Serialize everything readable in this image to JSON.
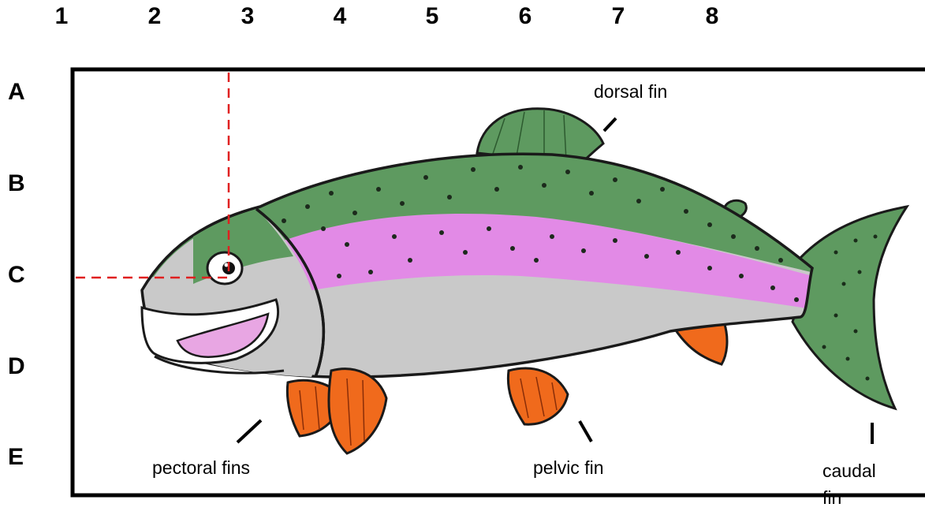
{
  "grid": {
    "columns": [
      "1",
      "2",
      "3",
      "4",
      "5",
      "6",
      "7",
      "8"
    ],
    "rows": [
      "A",
      "B",
      "C",
      "D",
      "E"
    ]
  },
  "labels": {
    "dorsal": "dorsal fin",
    "pectoral": "pectoral fins",
    "pelvic": "pelvic fin",
    "caudal": "caudal fin"
  },
  "colors": {
    "body_green": "#5e9a60",
    "stripe_pink": "#e28ae6",
    "belly_gray": "#c9c9c9",
    "fin_orange": "#f06a1c",
    "guide_red": "#e02020"
  }
}
